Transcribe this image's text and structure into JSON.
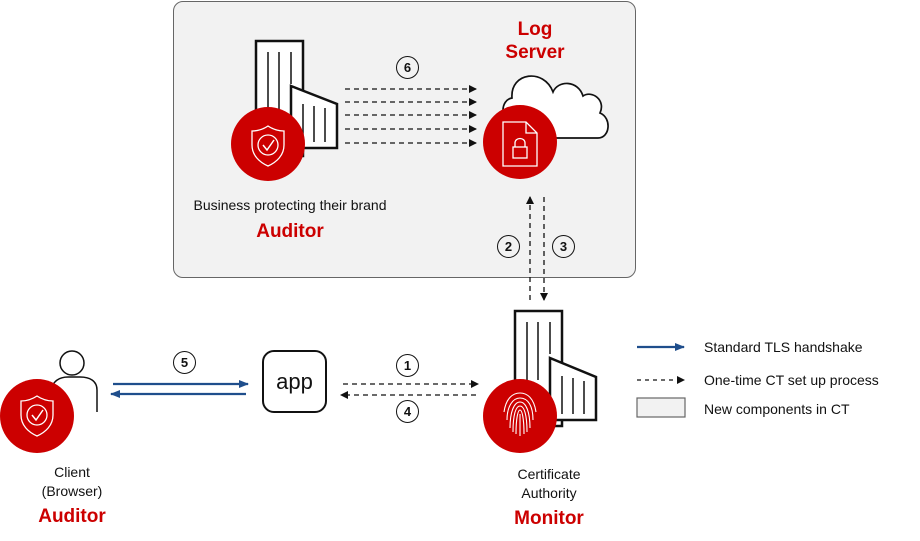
{
  "colors": {
    "accent_red": "#cc0000",
    "tls_blue": "#1f4e8c",
    "panel_gray": "#f2f2f2",
    "ink": "#111111"
  },
  "nodes": {
    "log_server": {
      "title_line1": "Log",
      "title_line2": "Server",
      "icon": "locked-document-icon",
      "backdrop": "cloud-icon"
    },
    "brand_business": {
      "caption": "Business protecting their brand",
      "role": "Auditor",
      "icon": "shield-check-icon",
      "backdrop": "building-icon"
    },
    "client": {
      "caption_line1": "Client",
      "caption_line2": "(Browser)",
      "role": "Auditor",
      "icon": "shield-check-icon",
      "backdrop": "user-icon"
    },
    "app": {
      "label": "app"
    },
    "certificate_authority": {
      "caption_line1": "Certificate",
      "caption_line2": "Authority",
      "role": "Monitor",
      "icon": "fingerprint-icon",
      "backdrop": "building-icon"
    }
  },
  "steps": [
    "1",
    "2",
    "3",
    "4",
    "5",
    "6"
  ],
  "legend": [
    {
      "label": "Standard TLS handshake",
      "type": "solid-arrow"
    },
    {
      "label": "One-time CT set up process",
      "type": "dashed-arrow"
    },
    {
      "label": "New components in CT",
      "type": "gray-box"
    }
  ]
}
